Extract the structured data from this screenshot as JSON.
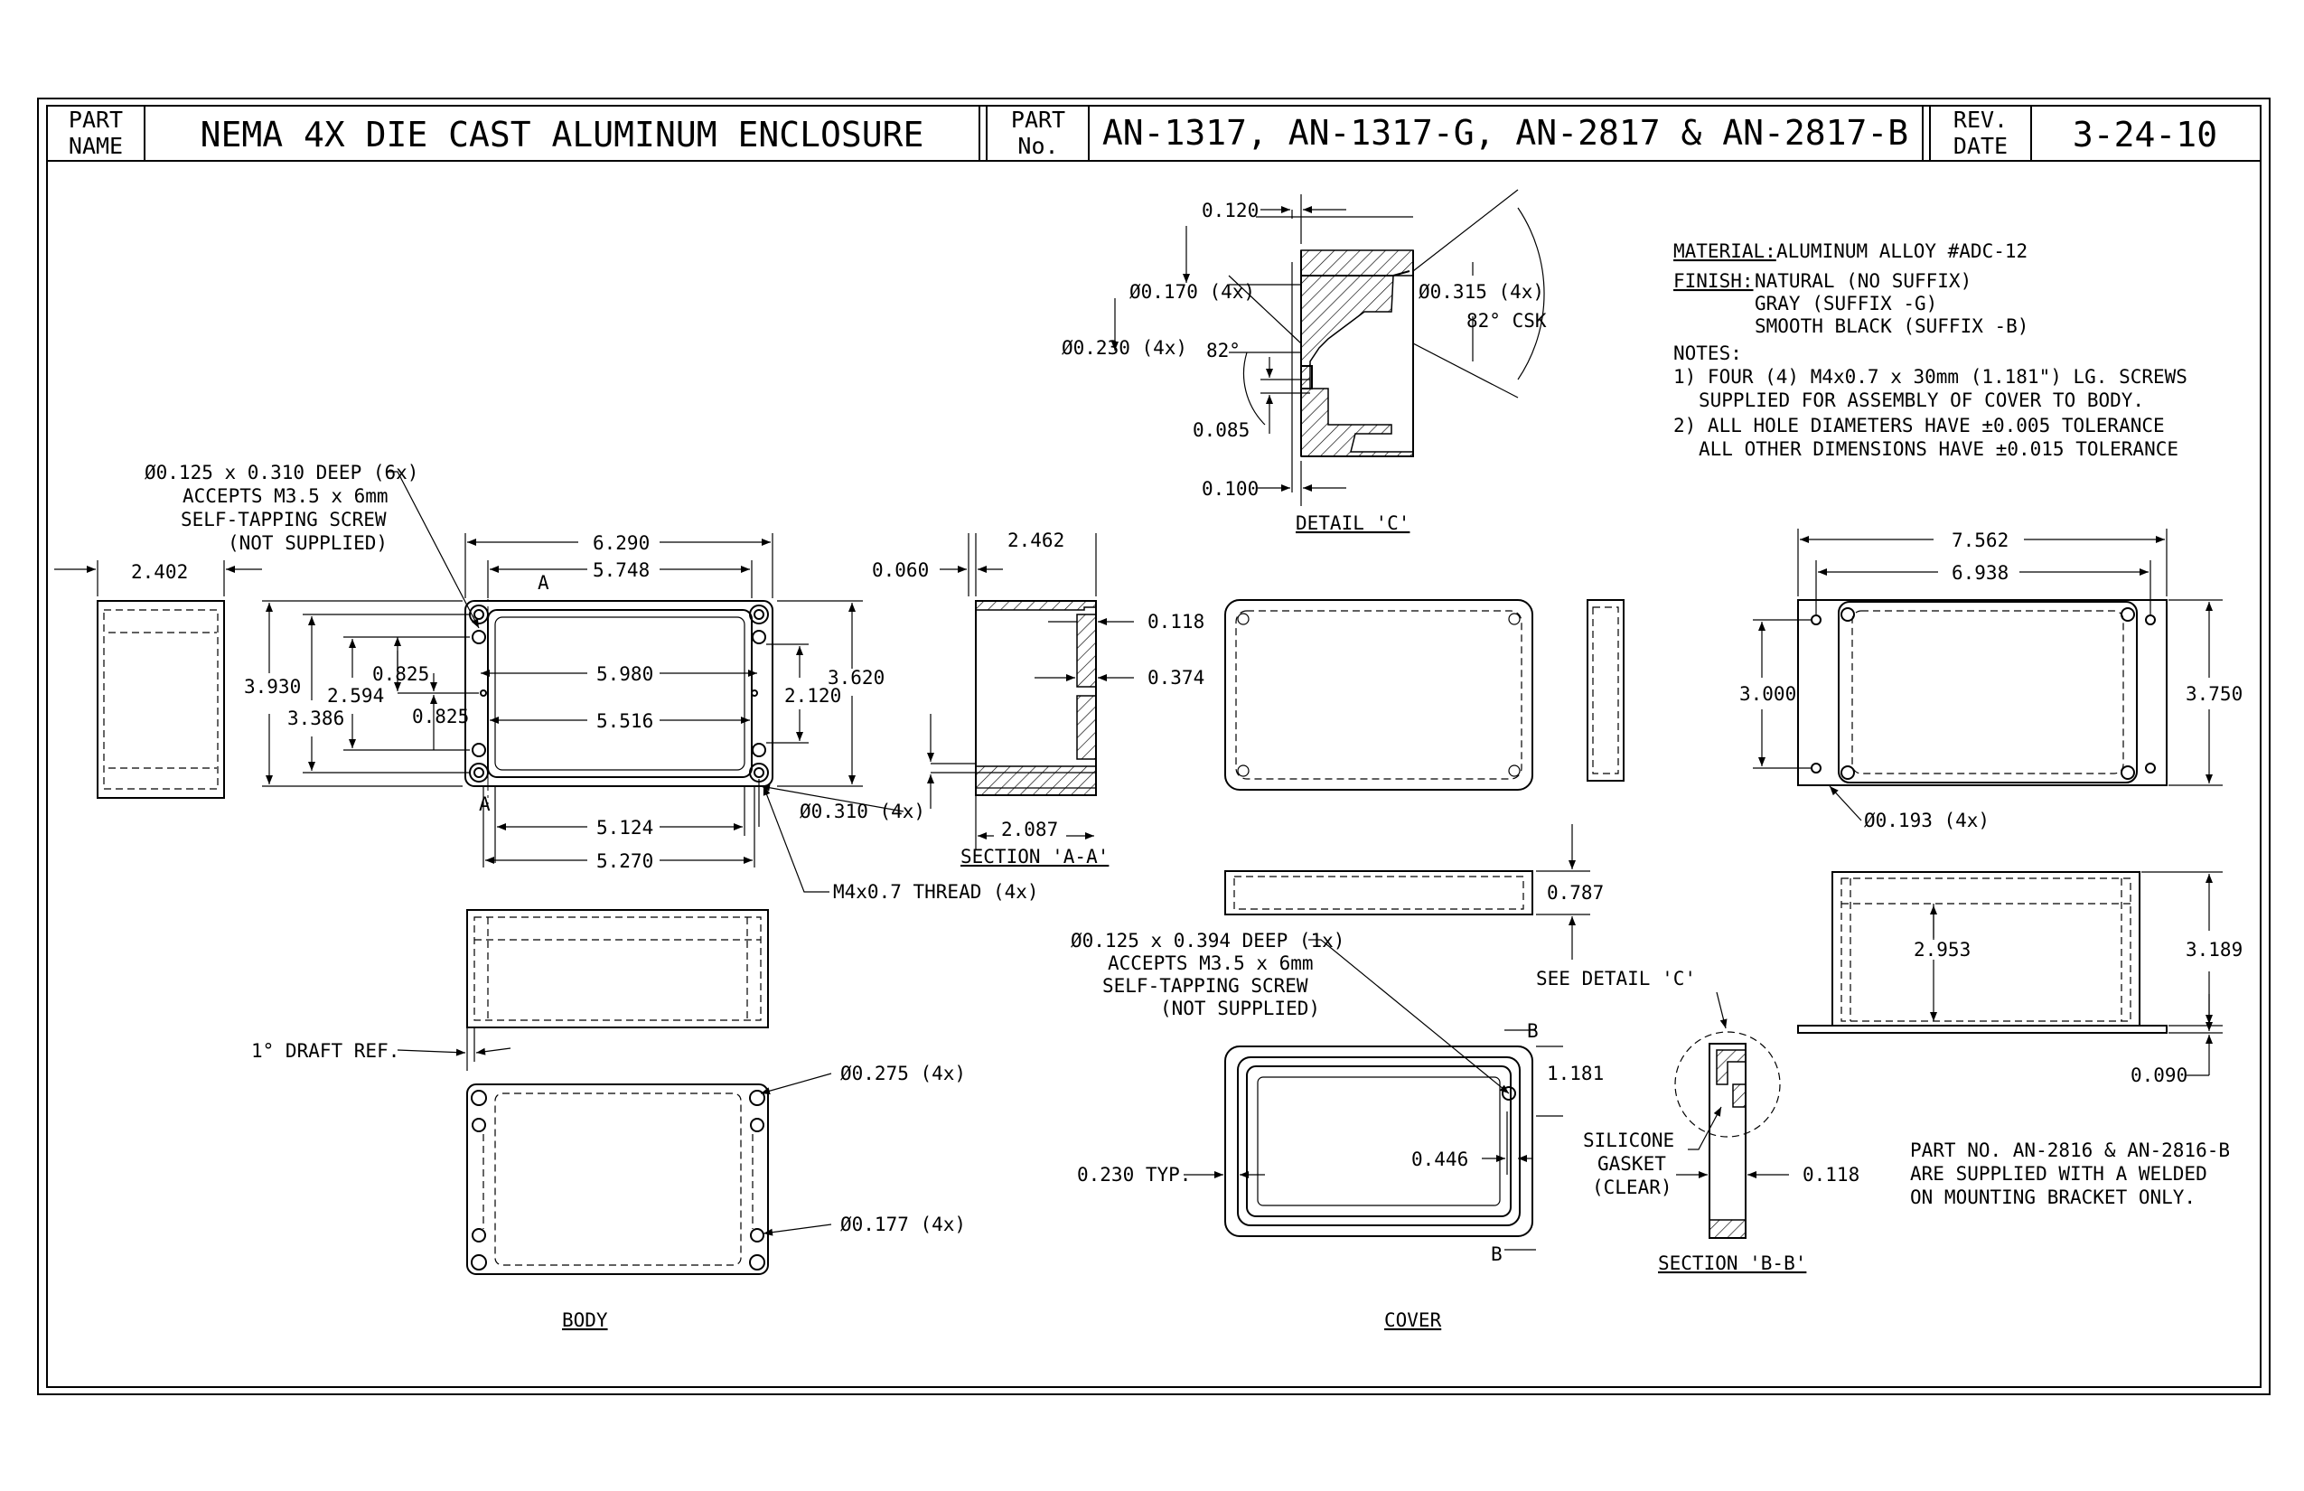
{
  "title_block": {
    "part_name_label_1": "PART",
    "part_name_label_2": "NAME",
    "part_name": "NEMA 4X DIE CAST ALUMINUM ENCLOSURE",
    "part_no_label_1": "PART",
    "part_no_label_2": "No.",
    "part_no": "AN-1317, AN-1317-G, AN-2817 & AN-2817-B",
    "rev_label_1": "REV.",
    "rev_label_2": "DATE",
    "rev_date": "3-24-10"
  },
  "notes": {
    "material_label": "MATERIAL:",
    "material": "ALUMINUM ALLOY #ADC-12",
    "finish_label": "FINISH:",
    "finish_1": "NATURAL (NO SUFFIX)",
    "finish_2": "GRAY (SUFFIX -G)",
    "finish_3": "SMOOTH BLACK (SUFFIX -B)",
    "notes_label": "NOTES:",
    "note_1a": "1) FOUR (4) M4x0.7 x 30mm (1.181\") LG. SCREWS",
    "note_1b": "SUPPLIED FOR ASSEMBLY OF COVER TO BODY.",
    "note_2a": "2) ALL HOLE DIAMETERS HAVE ±0.005 TOLERANCE",
    "note_2b": "ALL OTHER DIMENSIONS HAVE ±0.015 TOLERANCE",
    "bracket_1": "PART NO. AN-2816 & AN-2816-B",
    "bracket_2": "ARE SUPPLIED WITH A WELDED",
    "bracket_3": "ON MOUNTING BRACKET ONLY."
  },
  "detail_c": {
    "label": "DETAIL 'C'",
    "d0120": "0.120",
    "d0170": "Ø0.170 (4x)",
    "d0230": "Ø0.230 (4x)",
    "d82a": "82°",
    "d0085": "0.085",
    "d0100": "0.100",
    "d0315": "Ø0.315 (4x)",
    "d82csk": "82° CSK"
  },
  "body": {
    "label": "BODY",
    "callout_1": "Ø0.125 x 0.310 DEEP (6x)",
    "callout_2": "ACCEPTS M3.5 x 6mm",
    "callout_3": "SELF-TAPPING SCREW",
    "callout_4": "(NOT SUPPLIED)",
    "d2402": "2.402",
    "d6290": "6.290",
    "d5748": "5.748",
    "d3930": "3.930",
    "d3386": "3.386",
    "d2594": "2.594",
    "d0825a": "0.825",
    "d0825b": "0.825",
    "d5980": "5.980",
    "d5516": "5.516",
    "d2120": "2.120",
    "d3620": "3.620",
    "d0310": "Ø0.310 (4x)",
    "d5124": "5.124",
    "d5270": "5.270",
    "thread": "M4x0.7 THREAD (4x)",
    "draft": "1° DRAFT REF.",
    "d0275": "Ø0.275 (4x)",
    "d0177": "Ø0.177 (4x)",
    "sec_a": "A"
  },
  "section_aa": {
    "label": "SECTION 'A-A'",
    "d0060": "0.060",
    "d2462": "2.462",
    "d0118": "0.118",
    "d0374": "0.374",
    "d2087": "2.087"
  },
  "cover": {
    "label": "COVER",
    "d0787": "0.787",
    "callout_1": "Ø0.125 x 0.394 DEEP (1x)",
    "callout_2": "ACCEPTS M3.5 x 6mm",
    "callout_3": "SELF-TAPPING SCREW",
    "callout_4": "(NOT SUPPLIED)",
    "see_detail": "SEE DETAIL 'C'",
    "d1181": "1.181",
    "d0446": "0.446",
    "d0230typ": "0.230 TYP.",
    "gasket_1": "SILICONE",
    "gasket_2": "GASKET",
    "gasket_3": "(CLEAR)",
    "sec_b": "B"
  },
  "section_bb": {
    "label": "SECTION 'B-B'",
    "d0118": "0.118"
  },
  "bracket": {
    "d7562": "7.562",
    "d6938": "6.938",
    "d3000": "3.000",
    "d3750": "3.750",
    "d0193": "Ø0.193 (4x)",
    "d2953": "2.953",
    "d3189": "3.189",
    "d0090": "0.090"
  }
}
